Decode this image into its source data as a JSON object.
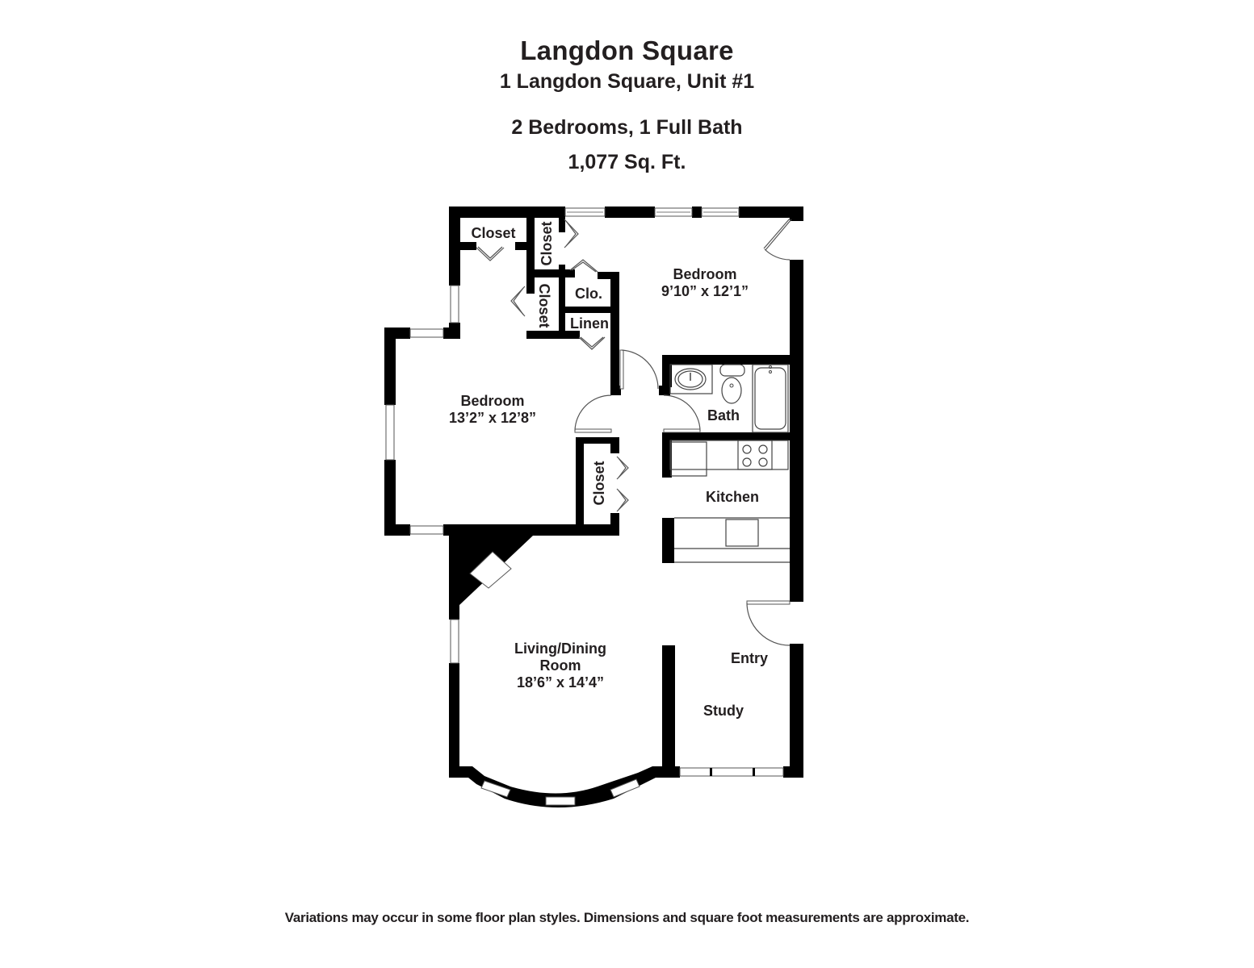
{
  "header": {
    "title": "Langdon Square",
    "address": "1 Langdon Square, Unit #1",
    "bed_bath": "2 Bedrooms, 1 Full Bath",
    "square_feet": "1,077 Sq. Ft."
  },
  "rooms": {
    "closet_top_left": "Closet",
    "closet_top_vertical": "Closet",
    "closet_mid_vertical": "Closet",
    "clo": "Clo.",
    "linen": "Linen",
    "bedroom_2": {
      "name": "Bedroom",
      "dimensions": "9’10” x 12’1”"
    },
    "bedroom_1": {
      "name": "Bedroom",
      "dimensions": "13’2” x 12’8”"
    },
    "closet_bedroom_1": "Closet",
    "bath": "Bath",
    "kitchen": "Kitchen",
    "living_dining": {
      "name_line1": "Living/Dining",
      "name_line2": "Room",
      "dimensions": "18’6” x 14’4”"
    },
    "entry": "Entry",
    "study": "Study"
  },
  "disclaimer": "Variations may occur in some floor plan styles. Dimensions and square foot measurements are approximate."
}
